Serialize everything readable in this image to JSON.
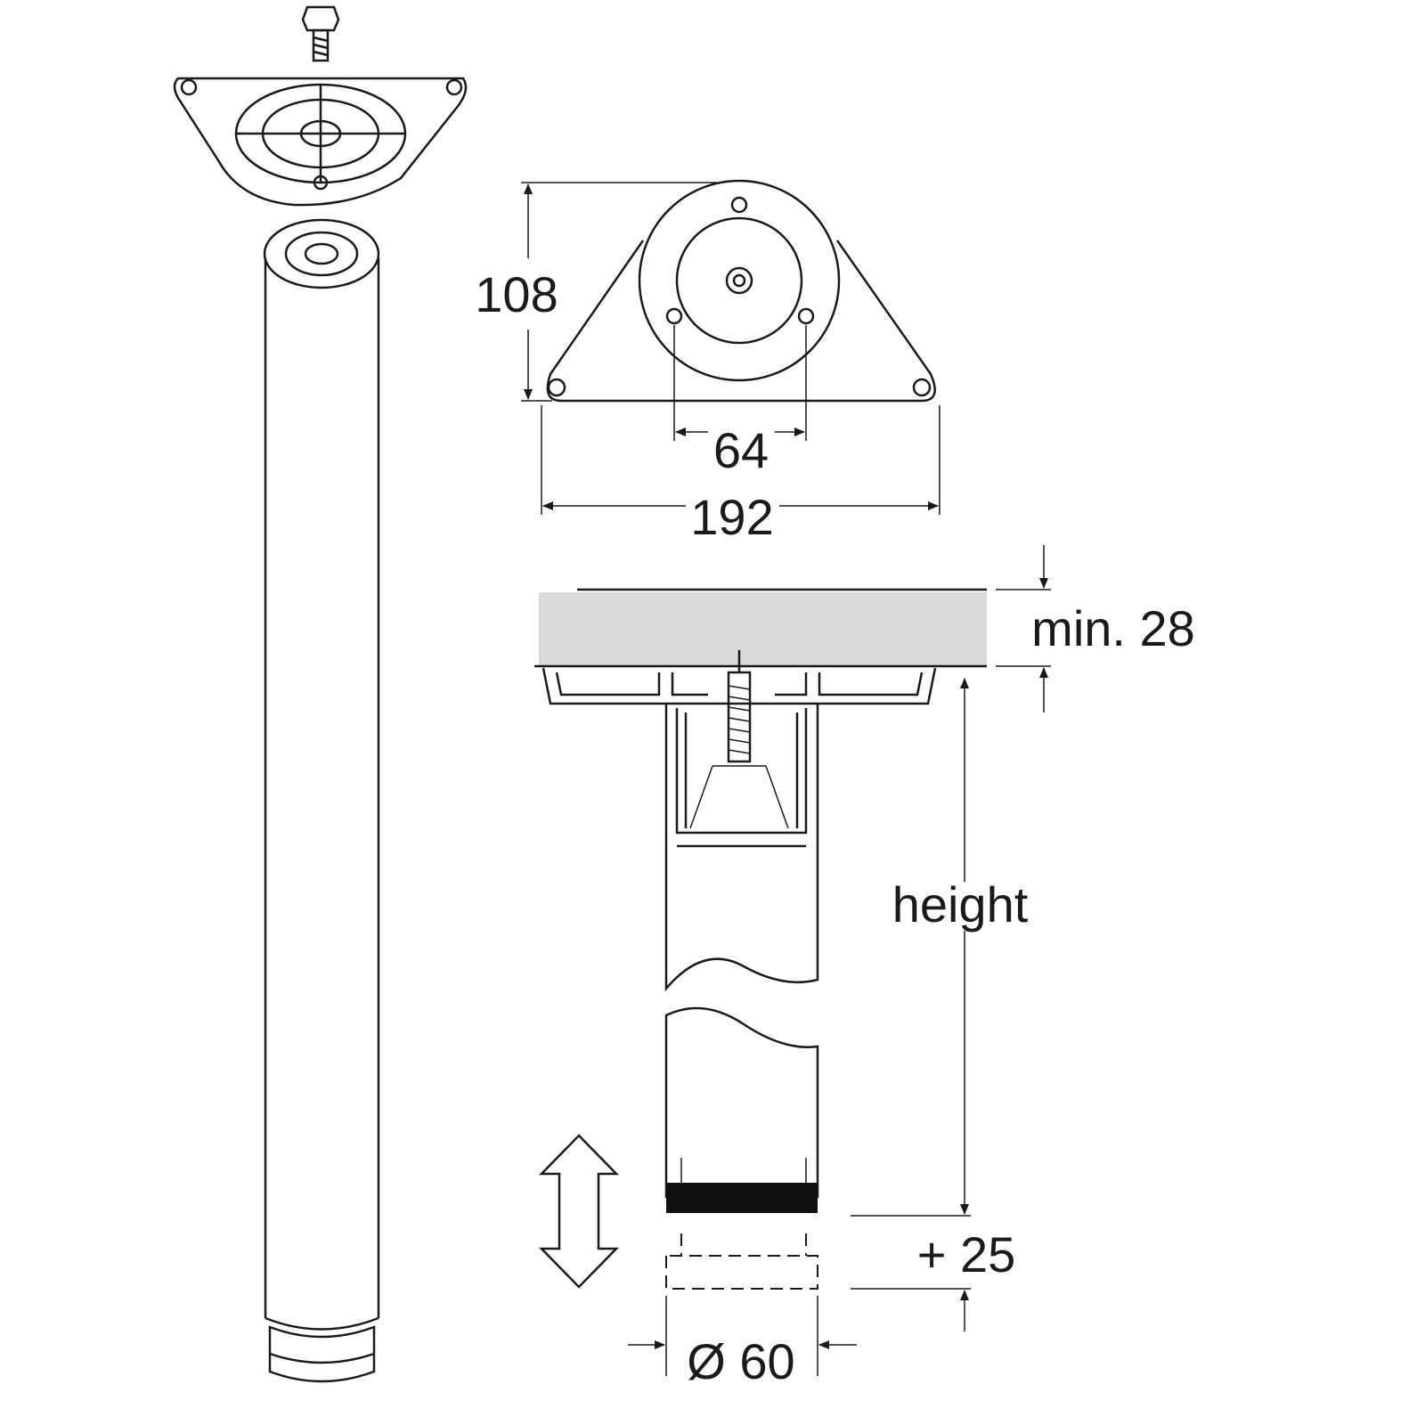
{
  "dimensions": {
    "plate_height": "108",
    "hole_spacing": "64",
    "plate_width": "192",
    "top_thickness": "min. 28",
    "leg_height": "height",
    "adjustment": "+ 25",
    "diameter": "Ø 60"
  },
  "colors": {
    "line": "#1a1a1a",
    "tabletop": "#d9d9d9",
    "foot": "#111111"
  }
}
